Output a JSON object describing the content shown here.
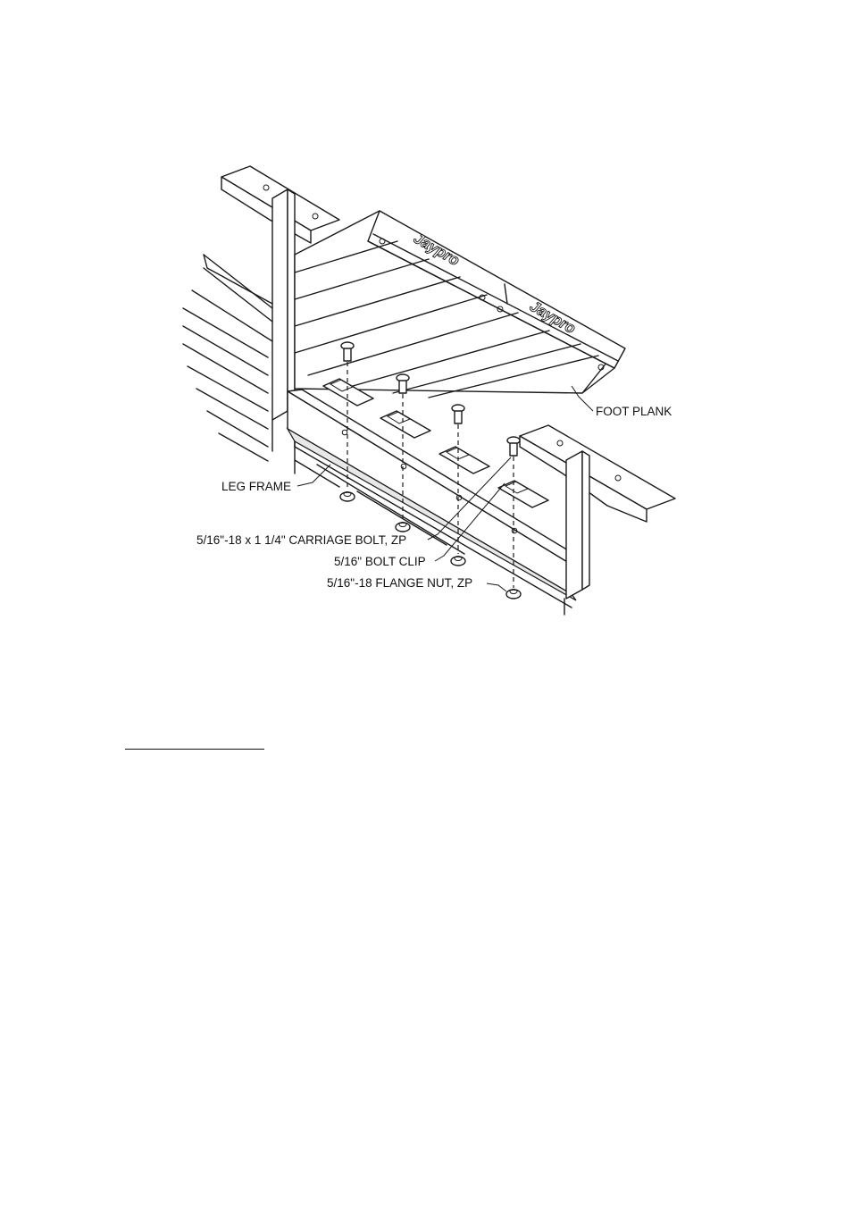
{
  "figure": {
    "brand_text": "Jaypro",
    "labels": {
      "foot_plank": "FOOT PLANK",
      "leg_frame": "LEG FRAME",
      "carriage_bolt": "5/16\"-18 x 1 1/4\" CARRIAGE BOLT, ZP",
      "bolt_clip": "5/16\" BOLT CLIP",
      "flange_nut": "5/16\"-18 FLANGE NUT, ZP"
    }
  }
}
